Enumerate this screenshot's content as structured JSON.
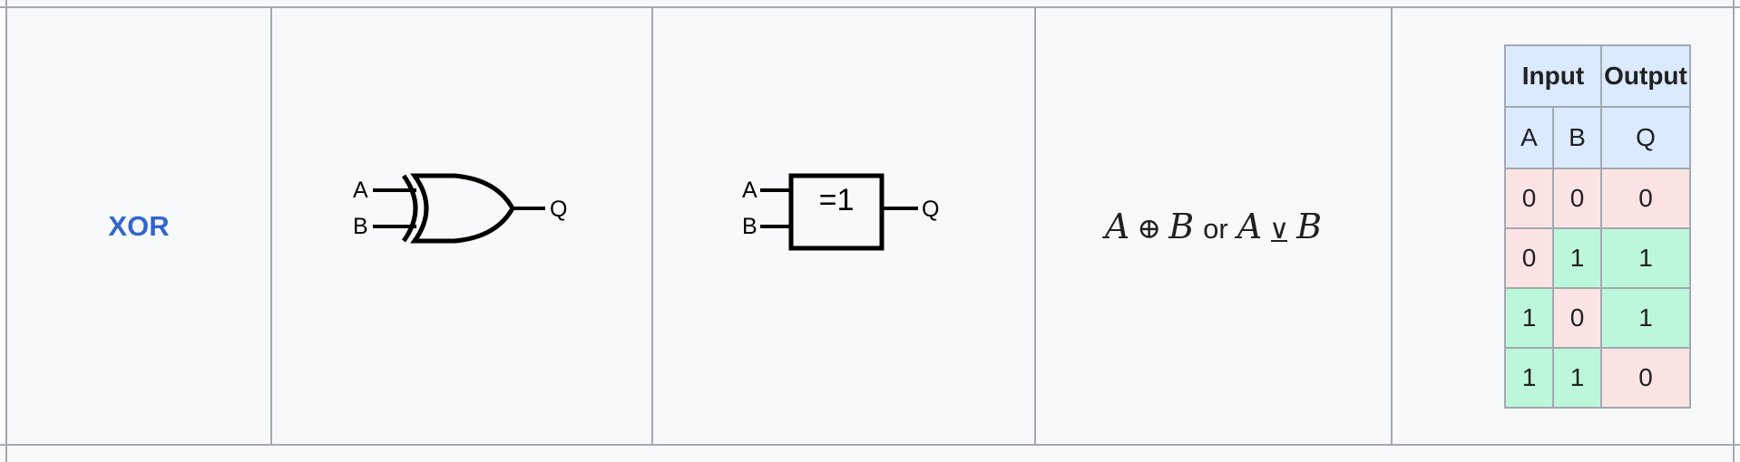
{
  "gate": {
    "name": "XOR",
    "link_color": "#3366cc"
  },
  "symbols": {
    "input_a": "A",
    "input_b": "B",
    "output": "Q",
    "iec_label": "=1"
  },
  "expression": {
    "var_a": "A",
    "op_xor": "⊕",
    "var_b": "B",
    "or_word": "or",
    "var_a2": "A",
    "op_vee": "∨",
    "var_b2": "B"
  },
  "truth_table": {
    "header_input": "Input",
    "header_output": "Output",
    "col_a": "A",
    "col_b": "B",
    "col_q": "Q",
    "rows": [
      {
        "a": "0",
        "b": "0",
        "q": "0"
      },
      {
        "a": "0",
        "b": "1",
        "q": "1"
      },
      {
        "a": "1",
        "b": "0",
        "q": "1"
      },
      {
        "a": "1",
        "b": "1",
        "q": "0"
      }
    ],
    "colors": {
      "zero": "#fde4e4",
      "one": "#bdf7d9",
      "header": "#dbeafe"
    }
  }
}
